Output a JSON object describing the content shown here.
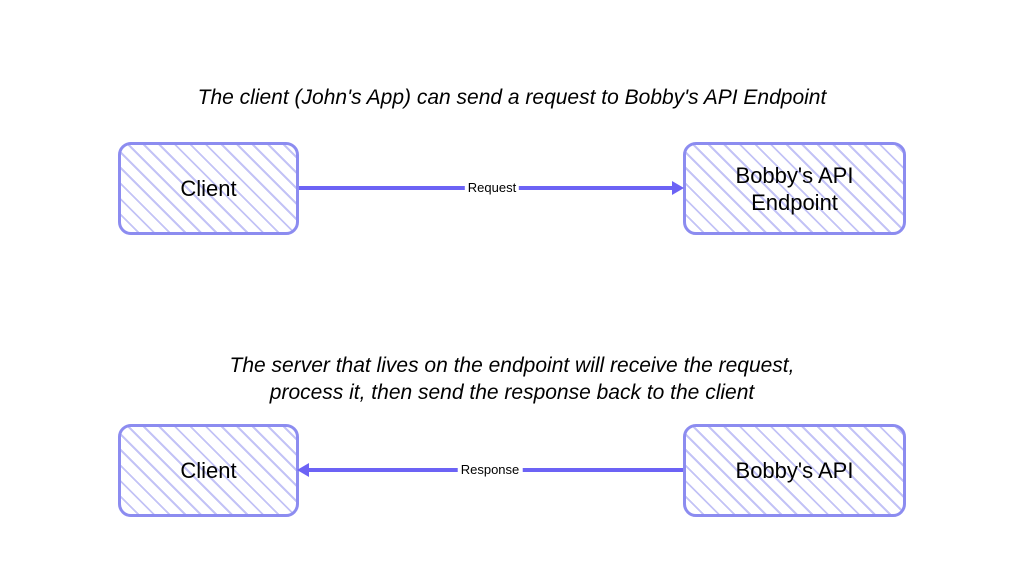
{
  "diagram": {
    "type": "flow-diagram",
    "background_color": "#ffffff",
    "accent_color": "#6c63f5",
    "node_border_color": "#8c8cf0",
    "node_hatch_color": "#c3c3f6",
    "sections": [
      {
        "caption": "The client (John's App) can send a request to Bobby's API Endpoint",
        "nodes": [
          {
            "id": "client-top",
            "label": "Client"
          },
          {
            "id": "endpoint-top",
            "label": "Bobby's API\nEndpoint"
          }
        ],
        "edge": {
          "label": "Request",
          "from": "client-top",
          "to": "endpoint-top",
          "direction": "right"
        }
      },
      {
        "caption": "The server that lives on the endpoint will receive the request,\nprocess it, then send the response back to the client",
        "nodes": [
          {
            "id": "client-bottom",
            "label": "Client"
          },
          {
            "id": "api-bottom",
            "label": "Bobby's API"
          }
        ],
        "edge": {
          "label": "Response",
          "from": "api-bottom",
          "to": "client-bottom",
          "direction": "left"
        }
      }
    ]
  }
}
